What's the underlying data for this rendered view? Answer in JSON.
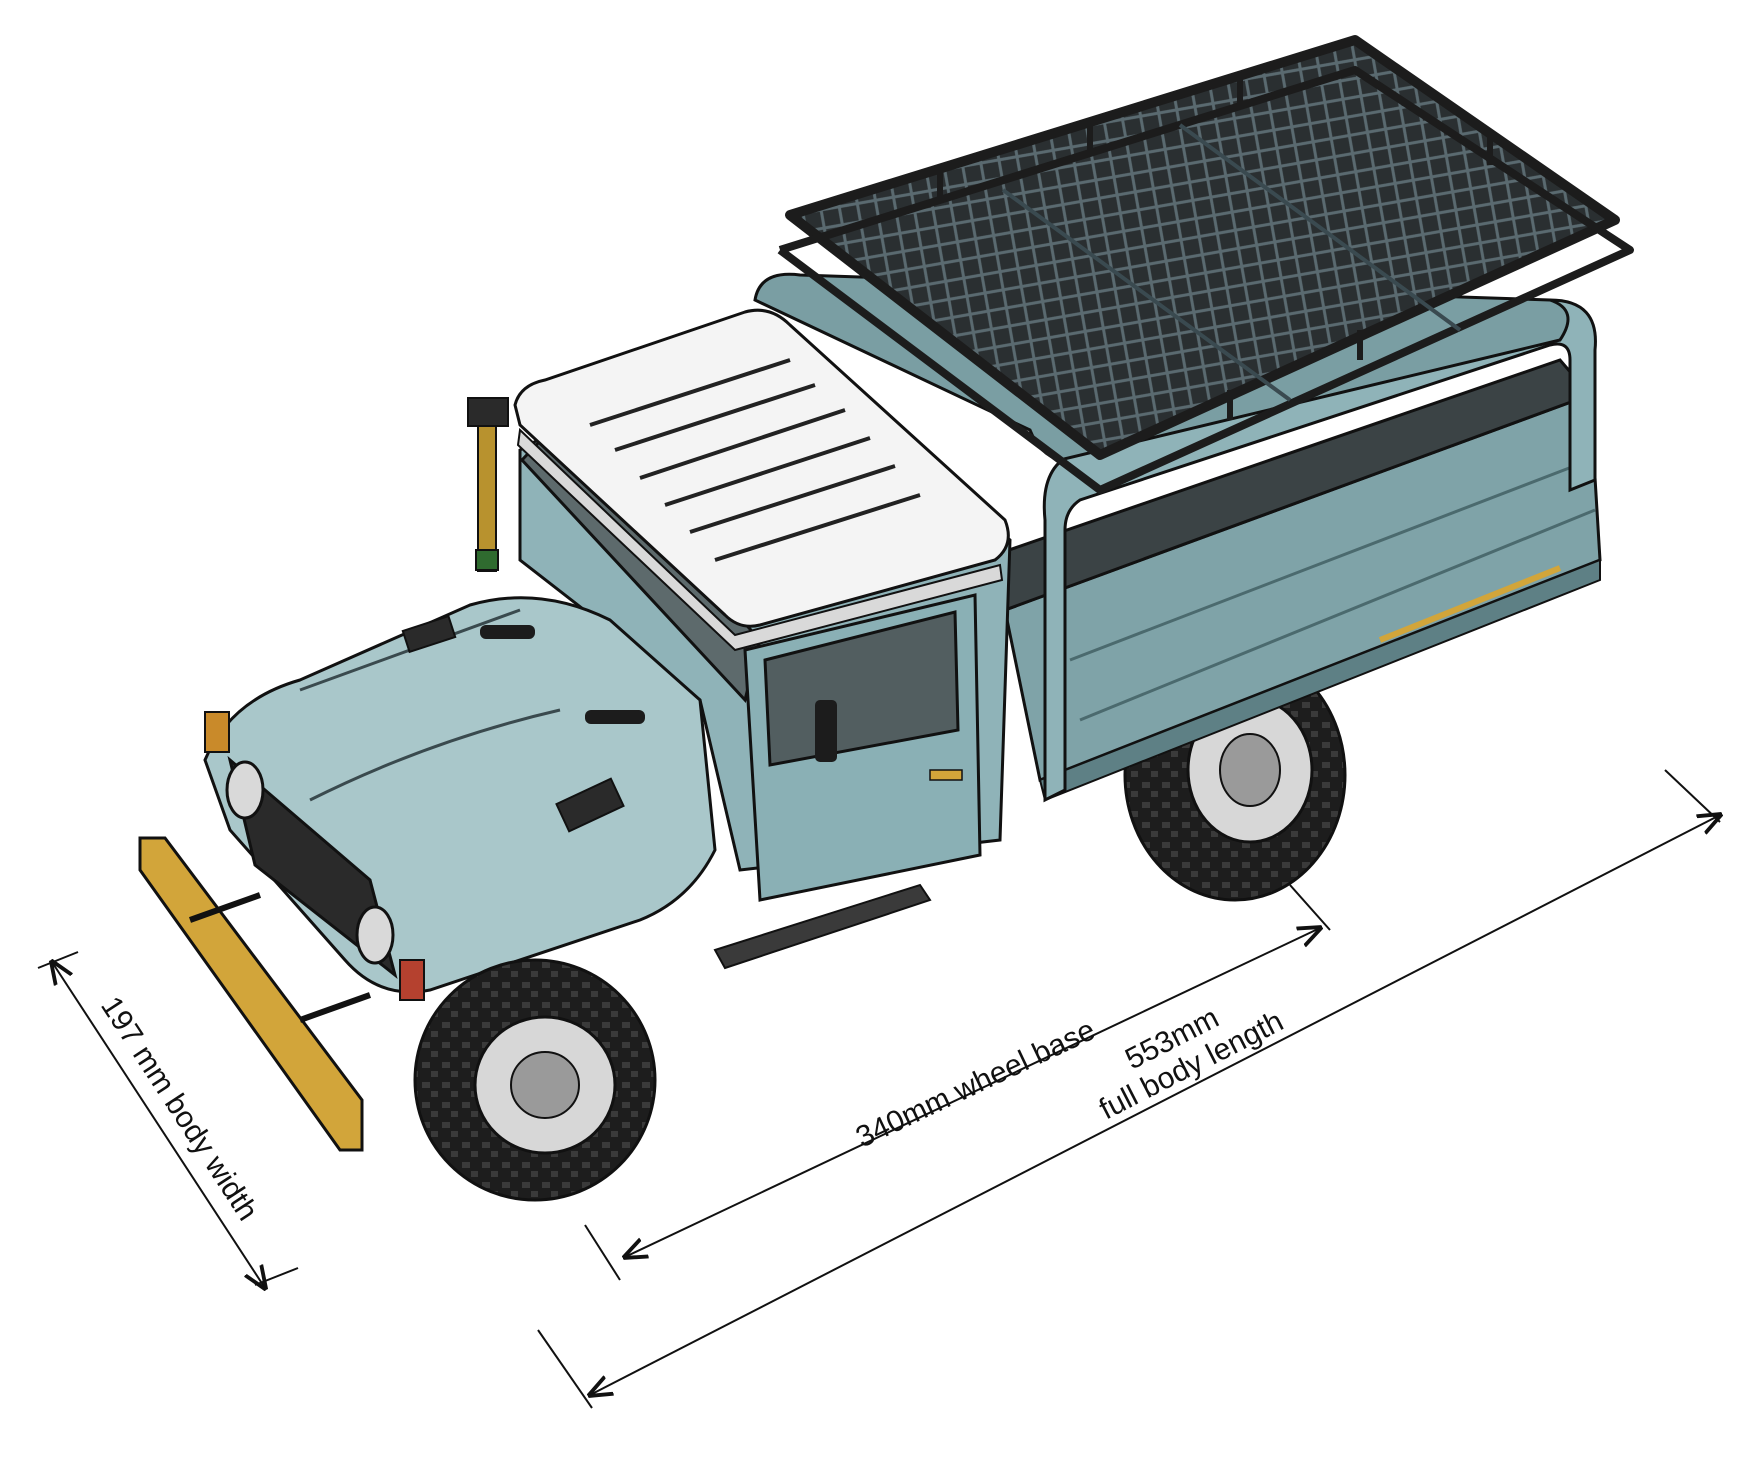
{
  "figure": {
    "subject": "Pickup truck with roof rack (isometric top view)",
    "dimensions": {
      "body_width": "197 mm body width",
      "wheel_base": "340mm wheel base",
      "length_value": "553mm",
      "length_label": "full body length"
    }
  },
  "colors": {
    "body": "#8fb3b8",
    "body_shade": "#6f9398",
    "body_light": "#b9d4d6",
    "roof": "#f4f4f4",
    "rack": "#1c1c1c",
    "tire": "#222222",
    "rim": "#d7d7d7",
    "bumper": "#d2a53a",
    "glass": "#5d6a6c",
    "line": "#111111"
  }
}
